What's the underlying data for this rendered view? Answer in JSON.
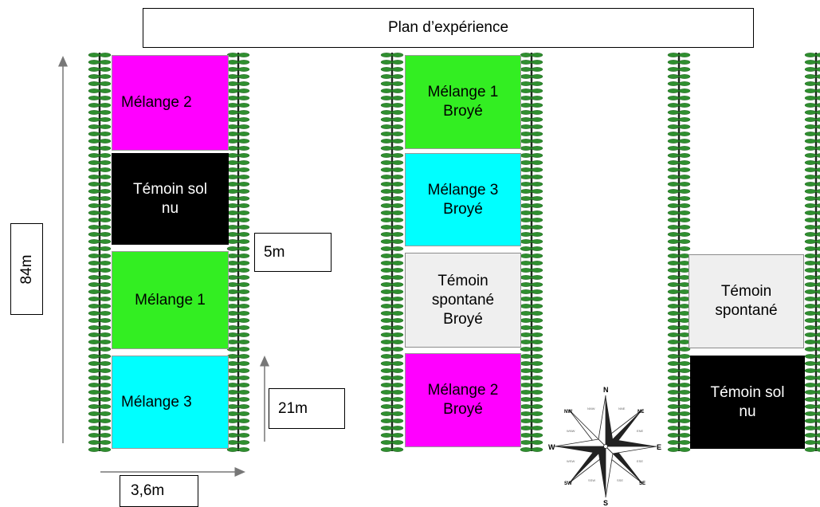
{
  "title": "Plan d’expérience",
  "measures": {
    "total_length": "84m",
    "gap": "5m",
    "plot_length": "21m",
    "plot_width": "3,6m"
  },
  "plots": {
    "p1": {
      "lines": [
        "Mélange 2"
      ],
      "color": "#ff00ff"
    },
    "p2": {
      "lines": [
        "Témoin sol",
        "nu"
      ],
      "color": "#000000"
    },
    "p3": {
      "lines": [
        "Mélange 1"
      ],
      "color": "#33ee22"
    },
    "p4": {
      "lines": [
        "Mélange 3"
      ],
      "color": "#00ffff"
    },
    "p5": {
      "lines": [
        "Mélange 1",
        "Broyé"
      ],
      "color": "#33ee22"
    },
    "p6": {
      "lines": [
        "Mélange 3",
        "Broyé"
      ],
      "color": "#00ffff"
    },
    "p7": {
      "lines": [
        "Témoin",
        "spontané",
        "Broyé"
      ],
      "color": "#efefef"
    },
    "p8": {
      "lines": [
        "Mélange 2",
        "Broyé"
      ],
      "color": "#ff00ff"
    },
    "p9": {
      "lines": [
        "Témoin",
        "spontané"
      ],
      "color": "#efefef"
    },
    "p10": {
      "lines": [
        "Témoin sol",
        "nu"
      ],
      "color": "#000000"
    }
  },
  "compass": {
    "n": "N",
    "s": "S",
    "e": "E",
    "w": "W",
    "ne": "NE",
    "nw": "NW",
    "se": "SE",
    "sw": "SW",
    "nne": "NNE",
    "nnw": "NNW",
    "ene": "ENE",
    "ese": "ESE",
    "sse": "SSE",
    "ssw": "SSW",
    "wsw": "WSW",
    "wnw": "WNW",
    "icon": "compass-rose-icon"
  },
  "colors": {
    "hedge_stem": "#1a2a1a",
    "hedge_leaf": "#2f8f2f"
  }
}
